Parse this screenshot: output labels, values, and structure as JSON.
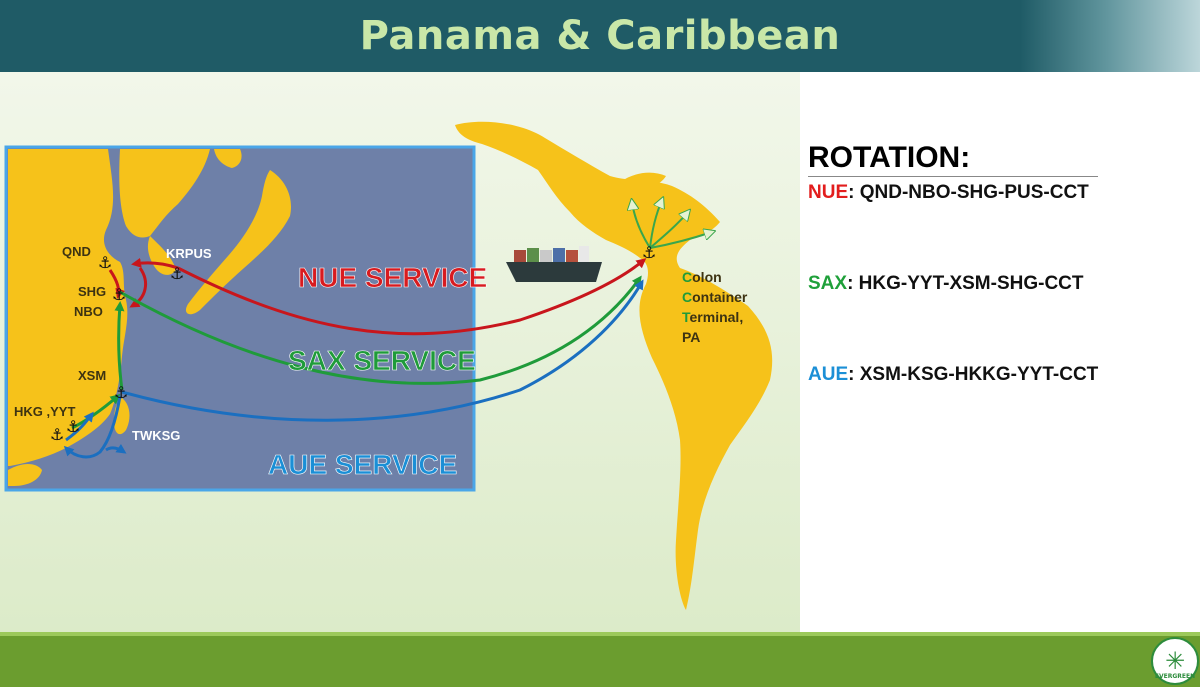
{
  "header": {
    "title": "Panama & Caribbean"
  },
  "map": {
    "ports": {
      "qnd": "QND",
      "krpus": "KRPUS",
      "shg": "SHG",
      "nbo": "NBO",
      "xsm": "XSM",
      "hkg_yyt": "HKG ,YYT",
      "twksg": "TWKSG"
    },
    "terminal": {
      "line1_initial": "C",
      "line1_rest": "olon",
      "line2_initial": "C",
      "line2_rest": "ontainer",
      "line3_initial": "T",
      "line3_rest": "erminal,",
      "line4": "PA"
    },
    "services": {
      "nue": "NUE SERVICE",
      "sax": "SAX SERVICE",
      "aue": "AUE SERVICE"
    },
    "anchor_glyph": "⚓"
  },
  "rotation": {
    "heading": "ROTATION:",
    "items": [
      {
        "code": "NUE",
        "route": ": QND-NBO-SHG-PUS-CCT"
      },
      {
        "code": "SAX",
        "route": ": HKG-YYT-XSM-SHG-CCT"
      },
      {
        "code": "AUE",
        "route": ": XSM-KSG-HKKG-YYT-CCT"
      }
    ]
  },
  "colors": {
    "nue": "#e21d1d",
    "sax": "#1fa03a",
    "aue": "#1b8fd6",
    "land": "#f6c21a",
    "sea": "#6e80a8"
  },
  "logo": {
    "text": "EVERGREEN"
  }
}
